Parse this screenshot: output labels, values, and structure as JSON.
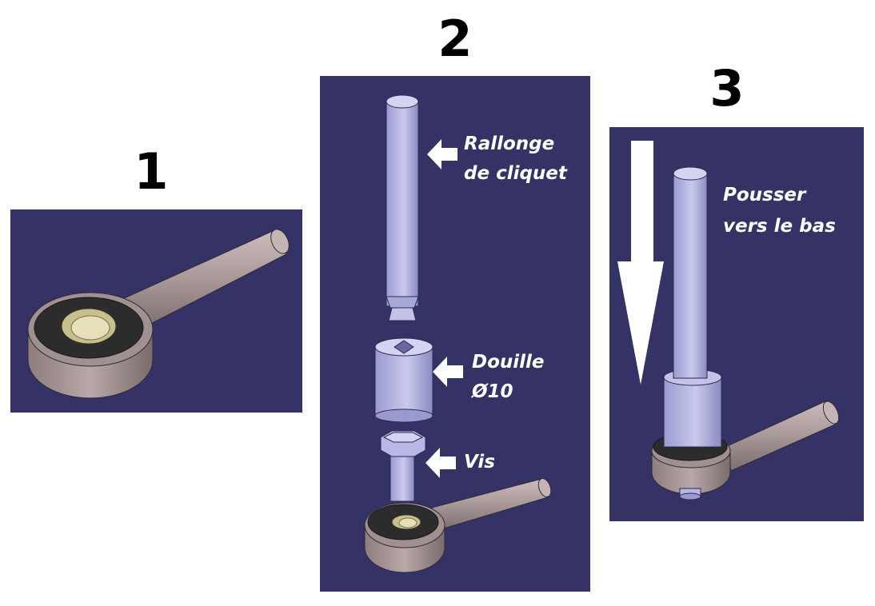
{
  "colors": {
    "panel_bg": "#353366",
    "part_metal": "#b8b8e0",
    "rod_brown": "#9a8a8a",
    "label_text": "#ffffff",
    "arrow": "#ffffff"
  },
  "steps": [
    {
      "number": "1"
    },
    {
      "number": "2",
      "labels": [
        {
          "lines": [
            "Rallonge",
            "de cliquet"
          ],
          "icon": "arrow-left-icon"
        },
        {
          "lines": [
            "Douille",
            "Ø10"
          ],
          "icon": "arrow-left-icon"
        },
        {
          "lines": [
            "Vis"
          ],
          "icon": "arrow-left-icon"
        }
      ]
    },
    {
      "number": "3",
      "labels": [
        {
          "lines": [
            "Pousser",
            "vers le bas"
          ],
          "icon": "arrow-down-icon"
        }
      ]
    }
  ]
}
